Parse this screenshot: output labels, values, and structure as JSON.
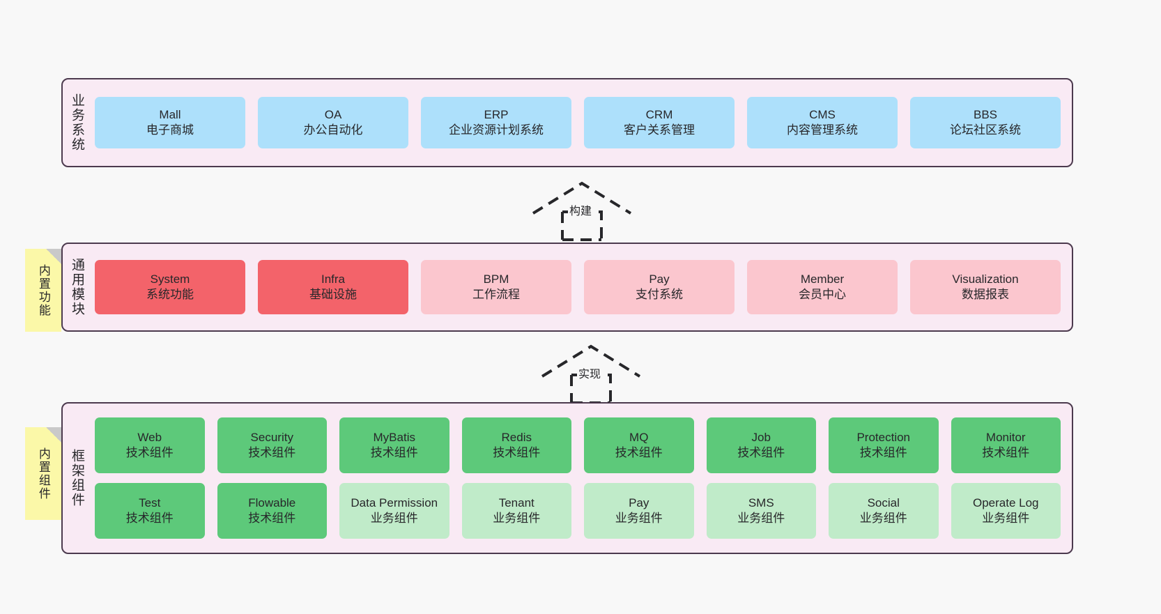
{
  "diagram": {
    "title": "",
    "colors": {
      "layer_background": "#f9eaf4",
      "layer_border": "#4c3a4e",
      "business_card": "#ade0fb",
      "core_module_strong": "#f3636a",
      "core_module_light": "#fbc6ce",
      "tech_component": "#5dc97a",
      "biz_component": "#c0ebc9",
      "note_background": "#fbf8a8",
      "canvas": "#f8f8f8"
    }
  },
  "layers": {
    "business": {
      "title": "业务系统",
      "cards": [
        {
          "en": "Mall",
          "cn": "电子商城"
        },
        {
          "en": "OA",
          "cn": "办公自动化"
        },
        {
          "en": "ERP",
          "cn": "企业资源计划系统"
        },
        {
          "en": "CRM",
          "cn": "客户关系管理"
        },
        {
          "en": "CMS",
          "cn": "内容管理系统"
        },
        {
          "en": "BBS",
          "cn": "论坛社区系统"
        }
      ]
    },
    "common": {
      "title": "通用模块",
      "note": "内置功能",
      "cards": [
        {
          "en": "System",
          "cn": "系统功能",
          "variant": "strong"
        },
        {
          "en": "Infra",
          "cn": "基础设施",
          "variant": "strong"
        },
        {
          "en": "BPM",
          "cn": "工作流程",
          "variant": "light"
        },
        {
          "en": "Pay",
          "cn": "支付系统",
          "variant": "light"
        },
        {
          "en": "Member",
          "cn": "会员中心",
          "variant": "light"
        },
        {
          "en": "Visualization",
          "cn": "数据报表",
          "variant": "light"
        }
      ]
    },
    "framework": {
      "title": "框架组件",
      "note": "内置组件",
      "row1": [
        {
          "en": "Web",
          "cn": "技术组件"
        },
        {
          "en": "Security",
          "cn": "技术组件"
        },
        {
          "en": "MyBatis",
          "cn": "技术组件"
        },
        {
          "en": "Redis",
          "cn": "技术组件"
        },
        {
          "en": "MQ",
          "cn": "技术组件"
        },
        {
          "en": "Job",
          "cn": "技术组件"
        },
        {
          "en": "Protection",
          "cn": "技术组件"
        },
        {
          "en": "Monitor",
          "cn": "技术组件"
        }
      ],
      "row2": [
        {
          "en": "Test",
          "cn": "技术组件",
          "variant": "tech"
        },
        {
          "en": "Flowable",
          "cn": "技术组件",
          "variant": "tech"
        },
        {
          "en": "Data Permission",
          "cn": "业务组件",
          "variant": "biz"
        },
        {
          "en": "Tenant",
          "cn": "业务组件",
          "variant": "biz"
        },
        {
          "en": "Pay",
          "cn": "业务组件",
          "variant": "biz"
        },
        {
          "en": "SMS",
          "cn": "业务组件",
          "variant": "biz"
        },
        {
          "en": "Social",
          "cn": "业务组件",
          "variant": "biz"
        },
        {
          "en": "Operate Log",
          "cn": "业务组件",
          "variant": "biz"
        }
      ]
    }
  },
  "connectors": [
    {
      "id": "build",
      "label": "构建",
      "from": "common",
      "to": "business",
      "style": "dashed-generalization"
    },
    {
      "id": "implement",
      "label": "实现",
      "from": "framework",
      "to": "common",
      "style": "dashed-generalization"
    }
  ]
}
